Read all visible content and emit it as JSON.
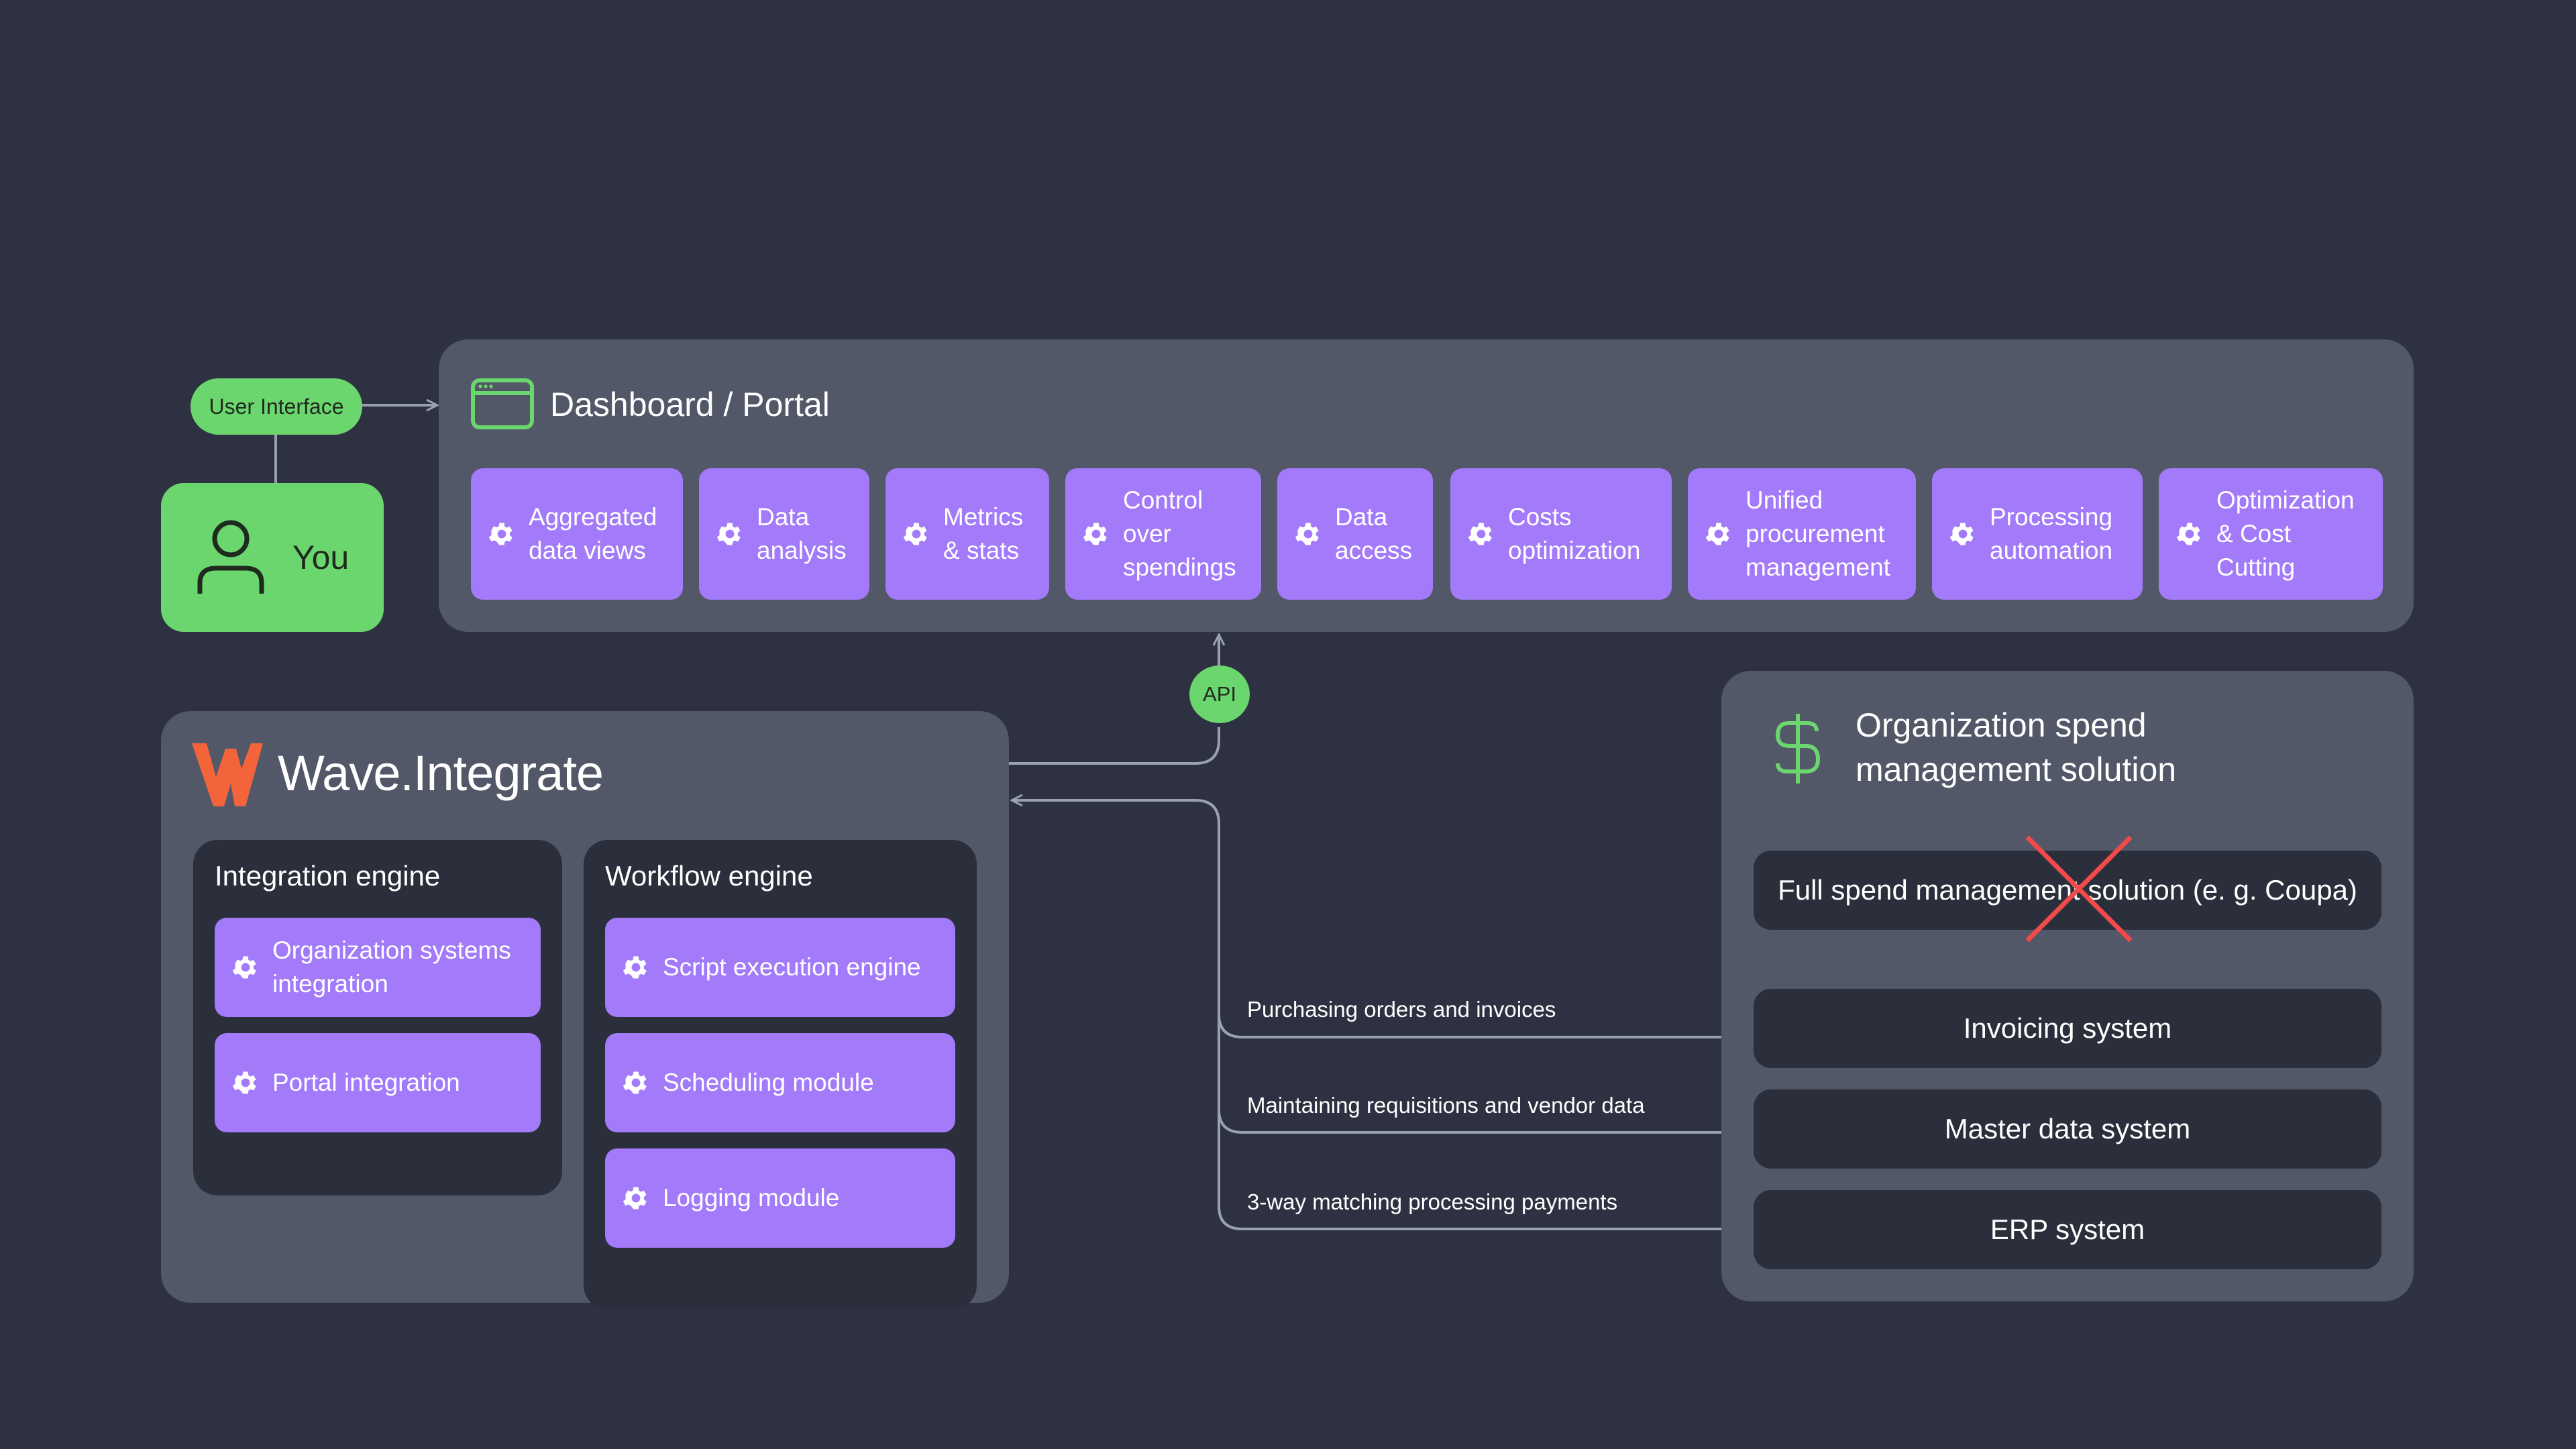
{
  "user_interface_label": "User Interface",
  "you_label": "You",
  "api_label": "API",
  "dashboard": {
    "title": "Dashboard / Portal",
    "tiles": [
      "Aggregated\ndata views",
      "Data\nanalysis",
      "Metrics\n& stats",
      "Control\nover\nspendings",
      "Data\naccess",
      "Costs\noptimization",
      "Unified\nprocurement\nmanagement",
      "Processing\nautomation",
      "Optimization\n& Cost\nCutting"
    ]
  },
  "wave": {
    "title": "Wave.Integrate",
    "integration_engine": {
      "title": "Integration engine",
      "items": [
        "Organization systems\nintegration",
        "Portal integration"
      ]
    },
    "workflow_engine": {
      "title": "Workflow engine",
      "items": [
        "Script execution engine",
        "Scheduling module",
        "Logging module"
      ]
    }
  },
  "org": {
    "title": "Organization spend\nmanagement solution",
    "crossed_out": "Full spend management solution (e. g. Coupa)",
    "systems": [
      "Invoicing system",
      "Master data system",
      "ERP system"
    ]
  },
  "flows": [
    "Purchasing orders and invoices",
    "Maintaining requisitions and vendor data",
    "3-way matching processing payments"
  ],
  "colors": {
    "background": "#2e3142",
    "panel": "#535868",
    "tile": "#a37af9",
    "green": "#6bd66d",
    "logo": "#f4643a",
    "cross": "#f04a4a"
  }
}
